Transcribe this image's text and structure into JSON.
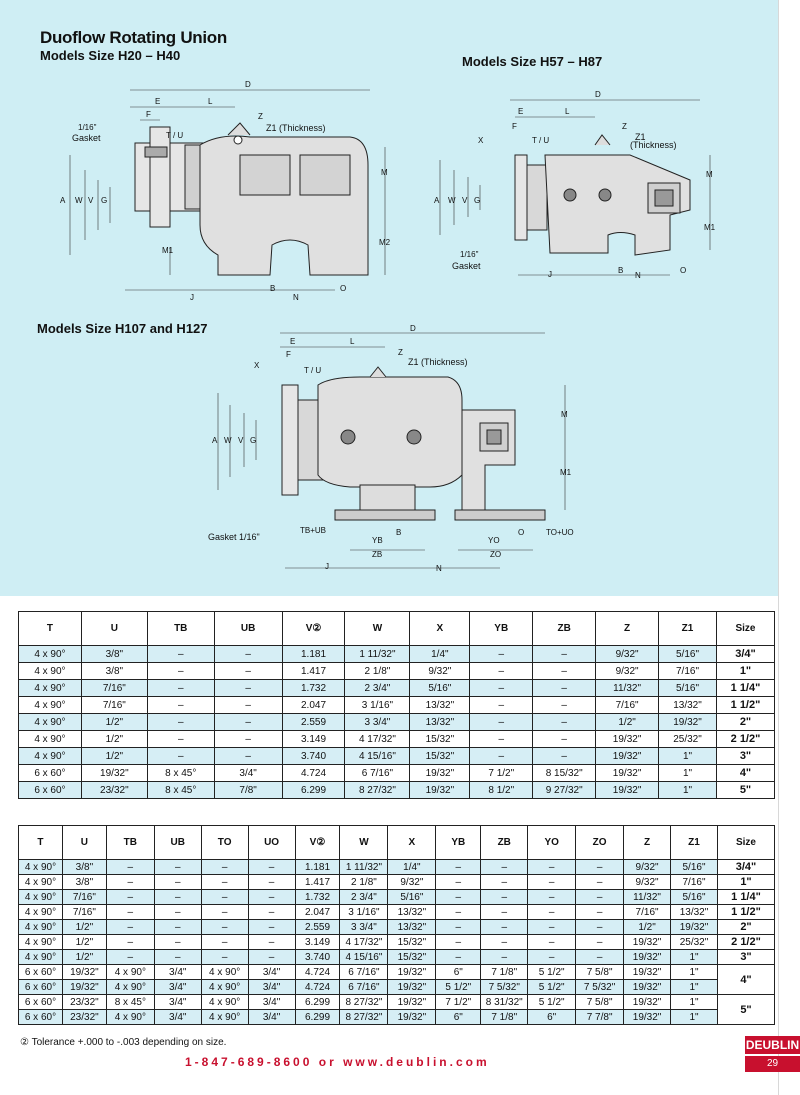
{
  "title": "Duoflow Rotating Union",
  "drawings": {
    "h20": {
      "subtitle": "Models Size H20 – H40",
      "labels": {
        "D": "D",
        "E": "E",
        "L": "L",
        "F": "F",
        "Z": "Z",
        "Z1": "Z1 (Thickness)",
        "TU": "T / U",
        "gasket_size": "1/16\"",
        "gasket": "Gasket",
        "A": "A",
        "W": "W",
        "V": "V",
        "G": "G",
        "M": "M",
        "M1": "M1",
        "M2": "M2",
        "J": "J",
        "B": "B",
        "N": "N",
        "O": "O"
      }
    },
    "h57": {
      "subtitle": "Models Size H57 – H87",
      "labels": {
        "D": "D",
        "E": "E",
        "L": "L",
        "F": "F",
        "X": "X",
        "Z": "Z",
        "Z1": "Z1",
        "thickness": "(Thickness)",
        "TU": "T / U",
        "A": "A",
        "W": "W",
        "V": "V",
        "G": "G",
        "M": "M",
        "M1": "M1",
        "gasket_size": "1/16\"",
        "gasket": "Gasket",
        "J": "J",
        "B": "B",
        "N": "N",
        "O": "O"
      }
    },
    "h107": {
      "subtitle": "Models Size H107 and H127",
      "labels": {
        "D": "D",
        "E": "E",
        "L": "L",
        "F": "F",
        "X": "X",
        "Z": "Z",
        "Z1": "Z1 (Thickness)",
        "TU": "T / U",
        "A": "A",
        "W": "W",
        "V": "V",
        "G": "G",
        "M": "M",
        "M1": "M1",
        "gasket": "Gasket 1/16\"",
        "TBUB": "TB+UB",
        "YB": "YB",
        "B": "B",
        "ZB": "ZB",
        "O": "O",
        "TOUO": "TO+UO",
        "YO": "YO",
        "ZO": "ZO",
        "J": "J",
        "N": "N"
      }
    }
  },
  "table1": {
    "headers": [
      "T",
      "U",
      "TB",
      "UB",
      "V②",
      "W",
      "X",
      "YB",
      "ZB",
      "Z",
      "Z1",
      "Size"
    ],
    "rows": [
      [
        "4 x 90°",
        "3/8\"",
        "–",
        "–",
        "1.181",
        "1 11/32\"",
        "1/4\"",
        "–",
        "–",
        "9/32\"",
        "5/16\"",
        "3/4\""
      ],
      [
        "4 x 90°",
        "3/8\"",
        "–",
        "–",
        "1.417",
        "2 1/8\"",
        "9/32\"",
        "–",
        "–",
        "9/32\"",
        "7/16\"",
        "1\""
      ],
      [
        "4 x 90°",
        "7/16\"",
        "–",
        "–",
        "1.732",
        "2 3/4\"",
        "5/16\"",
        "–",
        "–",
        "11/32\"",
        "5/16\"",
        "1 1/4\""
      ],
      [
        "4 x 90°",
        "7/16\"",
        "–",
        "–",
        "2.047",
        "3 1/16\"",
        "13/32\"",
        "–",
        "–",
        "7/16\"",
        "13/32\"",
        "1 1/2\""
      ],
      [
        "4 x 90°",
        "1/2\"",
        "–",
        "–",
        "2.559",
        "3 3/4\"",
        "13/32\"",
        "–",
        "–",
        "1/2\"",
        "19/32\"",
        "2\""
      ],
      [
        "4 x 90°",
        "1/2\"",
        "–",
        "–",
        "3.149",
        "4 17/32\"",
        "15/32\"",
        "–",
        "–",
        "19/32\"",
        "25/32\"",
        "2 1/2\""
      ],
      [
        "4 x 90°",
        "1/2\"",
        "–",
        "–",
        "3.740",
        "4 15/16\"",
        "15/32\"",
        "–",
        "–",
        "19/32\"",
        "1\"",
        "3\""
      ],
      [
        "6 x 60°",
        "19/32\"",
        "8 x 45°",
        "3/4\"",
        "4.724",
        "6 7/16\"",
        "19/32\"",
        "7 1/2\"",
        "8 15/32\"",
        "19/32\"",
        "1\"",
        "4\""
      ],
      [
        "6 x 60°",
        "23/32\"",
        "8 x 45°",
        "7/8\"",
        "6.299",
        "8 27/32\"",
        "19/32\"",
        "8 1/2\"",
        "9 27/32\"",
        "19/32\"",
        "1\"",
        "5\""
      ]
    ]
  },
  "table2": {
    "headers": [
      "T",
      "U",
      "TB",
      "UB",
      "TO",
      "UO",
      "V②",
      "W",
      "X",
      "YB",
      "ZB",
      "YO",
      "ZO",
      "Z",
      "Z1",
      "Size"
    ],
    "rows": [
      [
        "4 x 90°",
        "3/8\"",
        "–",
        "–",
        "–",
        "–",
        "1.181",
        "1 11/32\"",
        "1/4\"",
        "–",
        "–",
        "–",
        "–",
        "9/32\"",
        "5/16\""
      ],
      [
        "4 x 90°",
        "3/8\"",
        "–",
        "–",
        "–",
        "–",
        "1.417",
        "2 1/8\"",
        "9/32\"",
        "–",
        "–",
        "–",
        "–",
        "9/32\"",
        "7/16\""
      ],
      [
        "4 x 90°",
        "7/16\"",
        "–",
        "–",
        "–",
        "–",
        "1.732",
        "2 3/4\"",
        "5/16\"",
        "–",
        "–",
        "–",
        "–",
        "11/32\"",
        "5/16\""
      ],
      [
        "4 x 90°",
        "7/16\"",
        "–",
        "–",
        "–",
        "–",
        "2.047",
        "3 1/16\"",
        "13/32\"",
        "–",
        "–",
        "–",
        "–",
        "7/16\"",
        "13/32\""
      ],
      [
        "4 x 90°",
        "1/2\"",
        "–",
        "–",
        "–",
        "–",
        "2.559",
        "3 3/4\"",
        "13/32\"",
        "–",
        "–",
        "–",
        "–",
        "1/2\"",
        "19/32\""
      ],
      [
        "4 x 90°",
        "1/2\"",
        "–",
        "–",
        "–",
        "–",
        "3.149",
        "4 17/32\"",
        "15/32\"",
        "–",
        "–",
        "–",
        "–",
        "19/32\"",
        "25/32\""
      ],
      [
        "4 x 90°",
        "1/2\"",
        "–",
        "–",
        "–",
        "–",
        "3.740",
        "4 15/16\"",
        "15/32\"",
        "–",
        "–",
        "–",
        "–",
        "19/32\"",
        "1\""
      ],
      [
        "6 x 60°",
        "19/32\"",
        "4 x 90°",
        "3/4\"",
        "4 x 90°",
        "3/4\"",
        "4.724",
        "6 7/16\"",
        "19/32\"",
        "6\"",
        "7 1/8\"",
        "5 1/2\"",
        "7 5/8\"",
        "19/32\"",
        "1\""
      ],
      [
        "6 x 60°",
        "19/32\"",
        "4 x 90°",
        "3/4\"",
        "4 x 90°",
        "3/4\"",
        "4.724",
        "6 7/16\"",
        "19/32\"",
        "5 1/2\"",
        "7 5/32\"",
        "5 1/2\"",
        "7 5/32\"",
        "19/32\"",
        "1\""
      ],
      [
        "6 x 60°",
        "23/32\"",
        "8 x 45°",
        "3/4\"",
        "4 x 90°",
        "3/4\"",
        "6.299",
        "8 27/32\"",
        "19/32\"",
        "7 1/2\"",
        "8 31/32\"",
        "5 1/2\"",
        "7 5/8\"",
        "19/32\"",
        "1\""
      ],
      [
        "6 x 60°",
        "23/32\"",
        "4 x 90°",
        "3/4\"",
        "4 x 90°",
        "3/4\"",
        "6.299",
        "8 27/32\"",
        "19/32\"",
        "6\"",
        "7 1/8\"",
        "6\"",
        "7 7/8\"",
        "19/32\"",
        "1\""
      ]
    ],
    "sizes": [
      "3/4\"",
      "1\"",
      "1 1/4\"",
      "1 1/2\"",
      "2\"",
      "2 1/2\"",
      "3\"",
      "4\"",
      "5\""
    ],
    "size_spans": [
      1,
      1,
      1,
      1,
      1,
      1,
      1,
      2,
      2
    ]
  },
  "footnote": "② Tolerance +.000 to -.003 depending on size.",
  "contact": "1-847-689-8600   or   www.deublin.com",
  "brand": "DEUBLIN",
  "page_number": "29"
}
